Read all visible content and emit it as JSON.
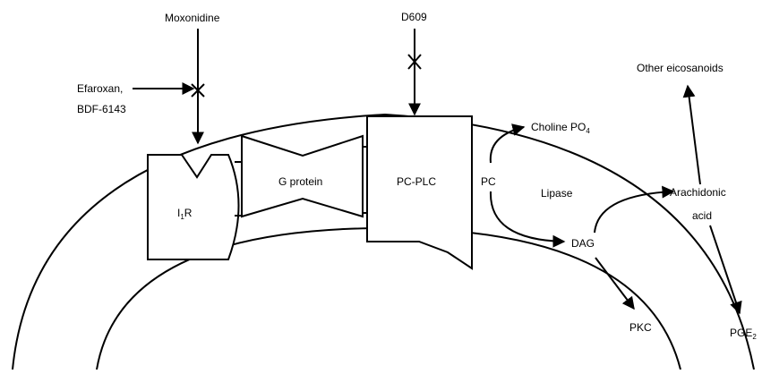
{
  "diagram": {
    "labels": {
      "moxonidine": "Moxonidine",
      "efaroxan_line1": "Efaroxan,",
      "efaroxan_line2": "BDF-6143",
      "d609": "D609",
      "receptor_main": "I",
      "receptor_sub": "1",
      "receptor_r": "R",
      "g_protein": "G protein",
      "pcplc": "PC-PLC",
      "choline_main": "Choline PO",
      "choline_sub": "4",
      "pc": "PC",
      "lipase": "Lipase",
      "dag": "DAG",
      "pkc": "PKC",
      "arachidonic_line1": "Arachidonic",
      "arachidonic_line2": "acid",
      "other_eicosanoids": "Other eicosanoids",
      "pge_main": "PGE",
      "pge_sub": "2"
    },
    "colors": {
      "stroke": "#000000",
      "background": "#ffffff"
    }
  }
}
